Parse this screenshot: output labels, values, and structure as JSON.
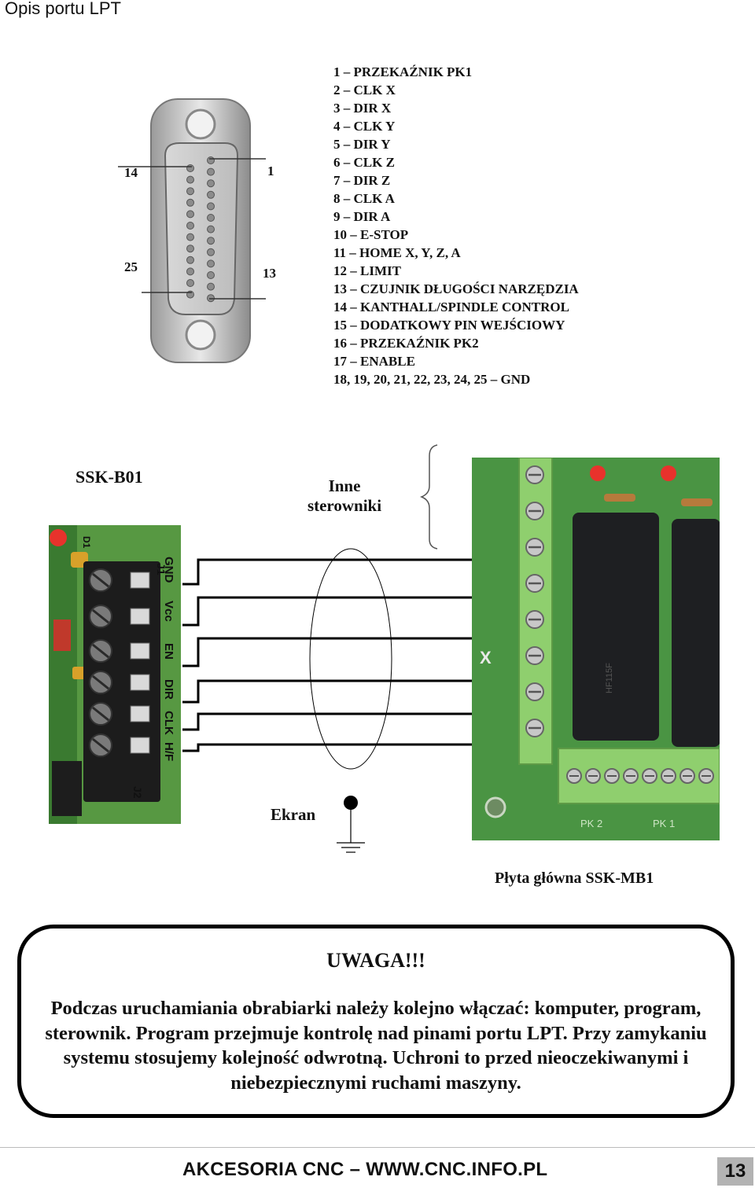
{
  "header": {
    "title": "Opis  portu  LPT"
  },
  "connector": {
    "label_14": "14",
    "label_1": "1",
    "label_25": "25",
    "label_13": "13"
  },
  "pins": [
    "1 – PRZEKAŹNIK PK1",
    "2 – CLK X",
    "3 – DIR X",
    "4 – CLK Y",
    "5 – DIR Y",
    "6 – CLK Z",
    "7 – DIR Z",
    "8 – CLK A",
    "9 – DIR A",
    "10 – E-STOP",
    "11 – HOME X, Y, Z, A",
    "12 – LIMIT",
    "13 – CZUJNIK DŁUGOŚCI NARZĘDZIA",
    "14 – KANTHALL/SPINDLE CONTROL",
    "15 – DODATKOWY PIN WEJŚCIOWY",
    "16 – PRZEKAŹNIK PK2",
    "17 – ENABLE",
    "18, 19, 20, 21, 22, 23, 24, 25 – GND"
  ],
  "wiring": {
    "left_board": "SSK-B01",
    "other_controllers": "Inne sterowniki",
    "shield": "Ekran",
    "main_board": "Płyta główna SSK-MB1",
    "left_terminals": [
      "GND",
      "Vcc",
      "EN",
      "DIR",
      "CLK",
      "H/F"
    ],
    "left_board_marks": {
      "j1": "J1",
      "j2": "J2",
      "d": "D1"
    },
    "right_board_marks": {
      "x": "X",
      "pk2": "PK 2",
      "pk1": "PK 1",
      "relay": "HF115F"
    }
  },
  "warning": {
    "title": "UWAGA!!!",
    "text": "Podczas uruchamiania obrabiarki należy kolejno włączać: komputer, program, sterownik. Program przejmuje kontrolę nad pinami portu LPT. Przy zamykaniu systemu stosujemy kolejność odwrotną. Uchroni to przed nieoczekiwanymi i niebezpiecznymi ruchami maszyny."
  },
  "footer": {
    "text": "AKCESORIA CNC – WWW.CNC.INFO.PL",
    "page": "13"
  },
  "colors": {
    "pcb_green": "#3d8a3a",
    "terminal_green": "#8fcf6e",
    "terminal_black": "#1c1c1c",
    "relay_black": "#1e1f22",
    "led_red": "#e8322c"
  }
}
